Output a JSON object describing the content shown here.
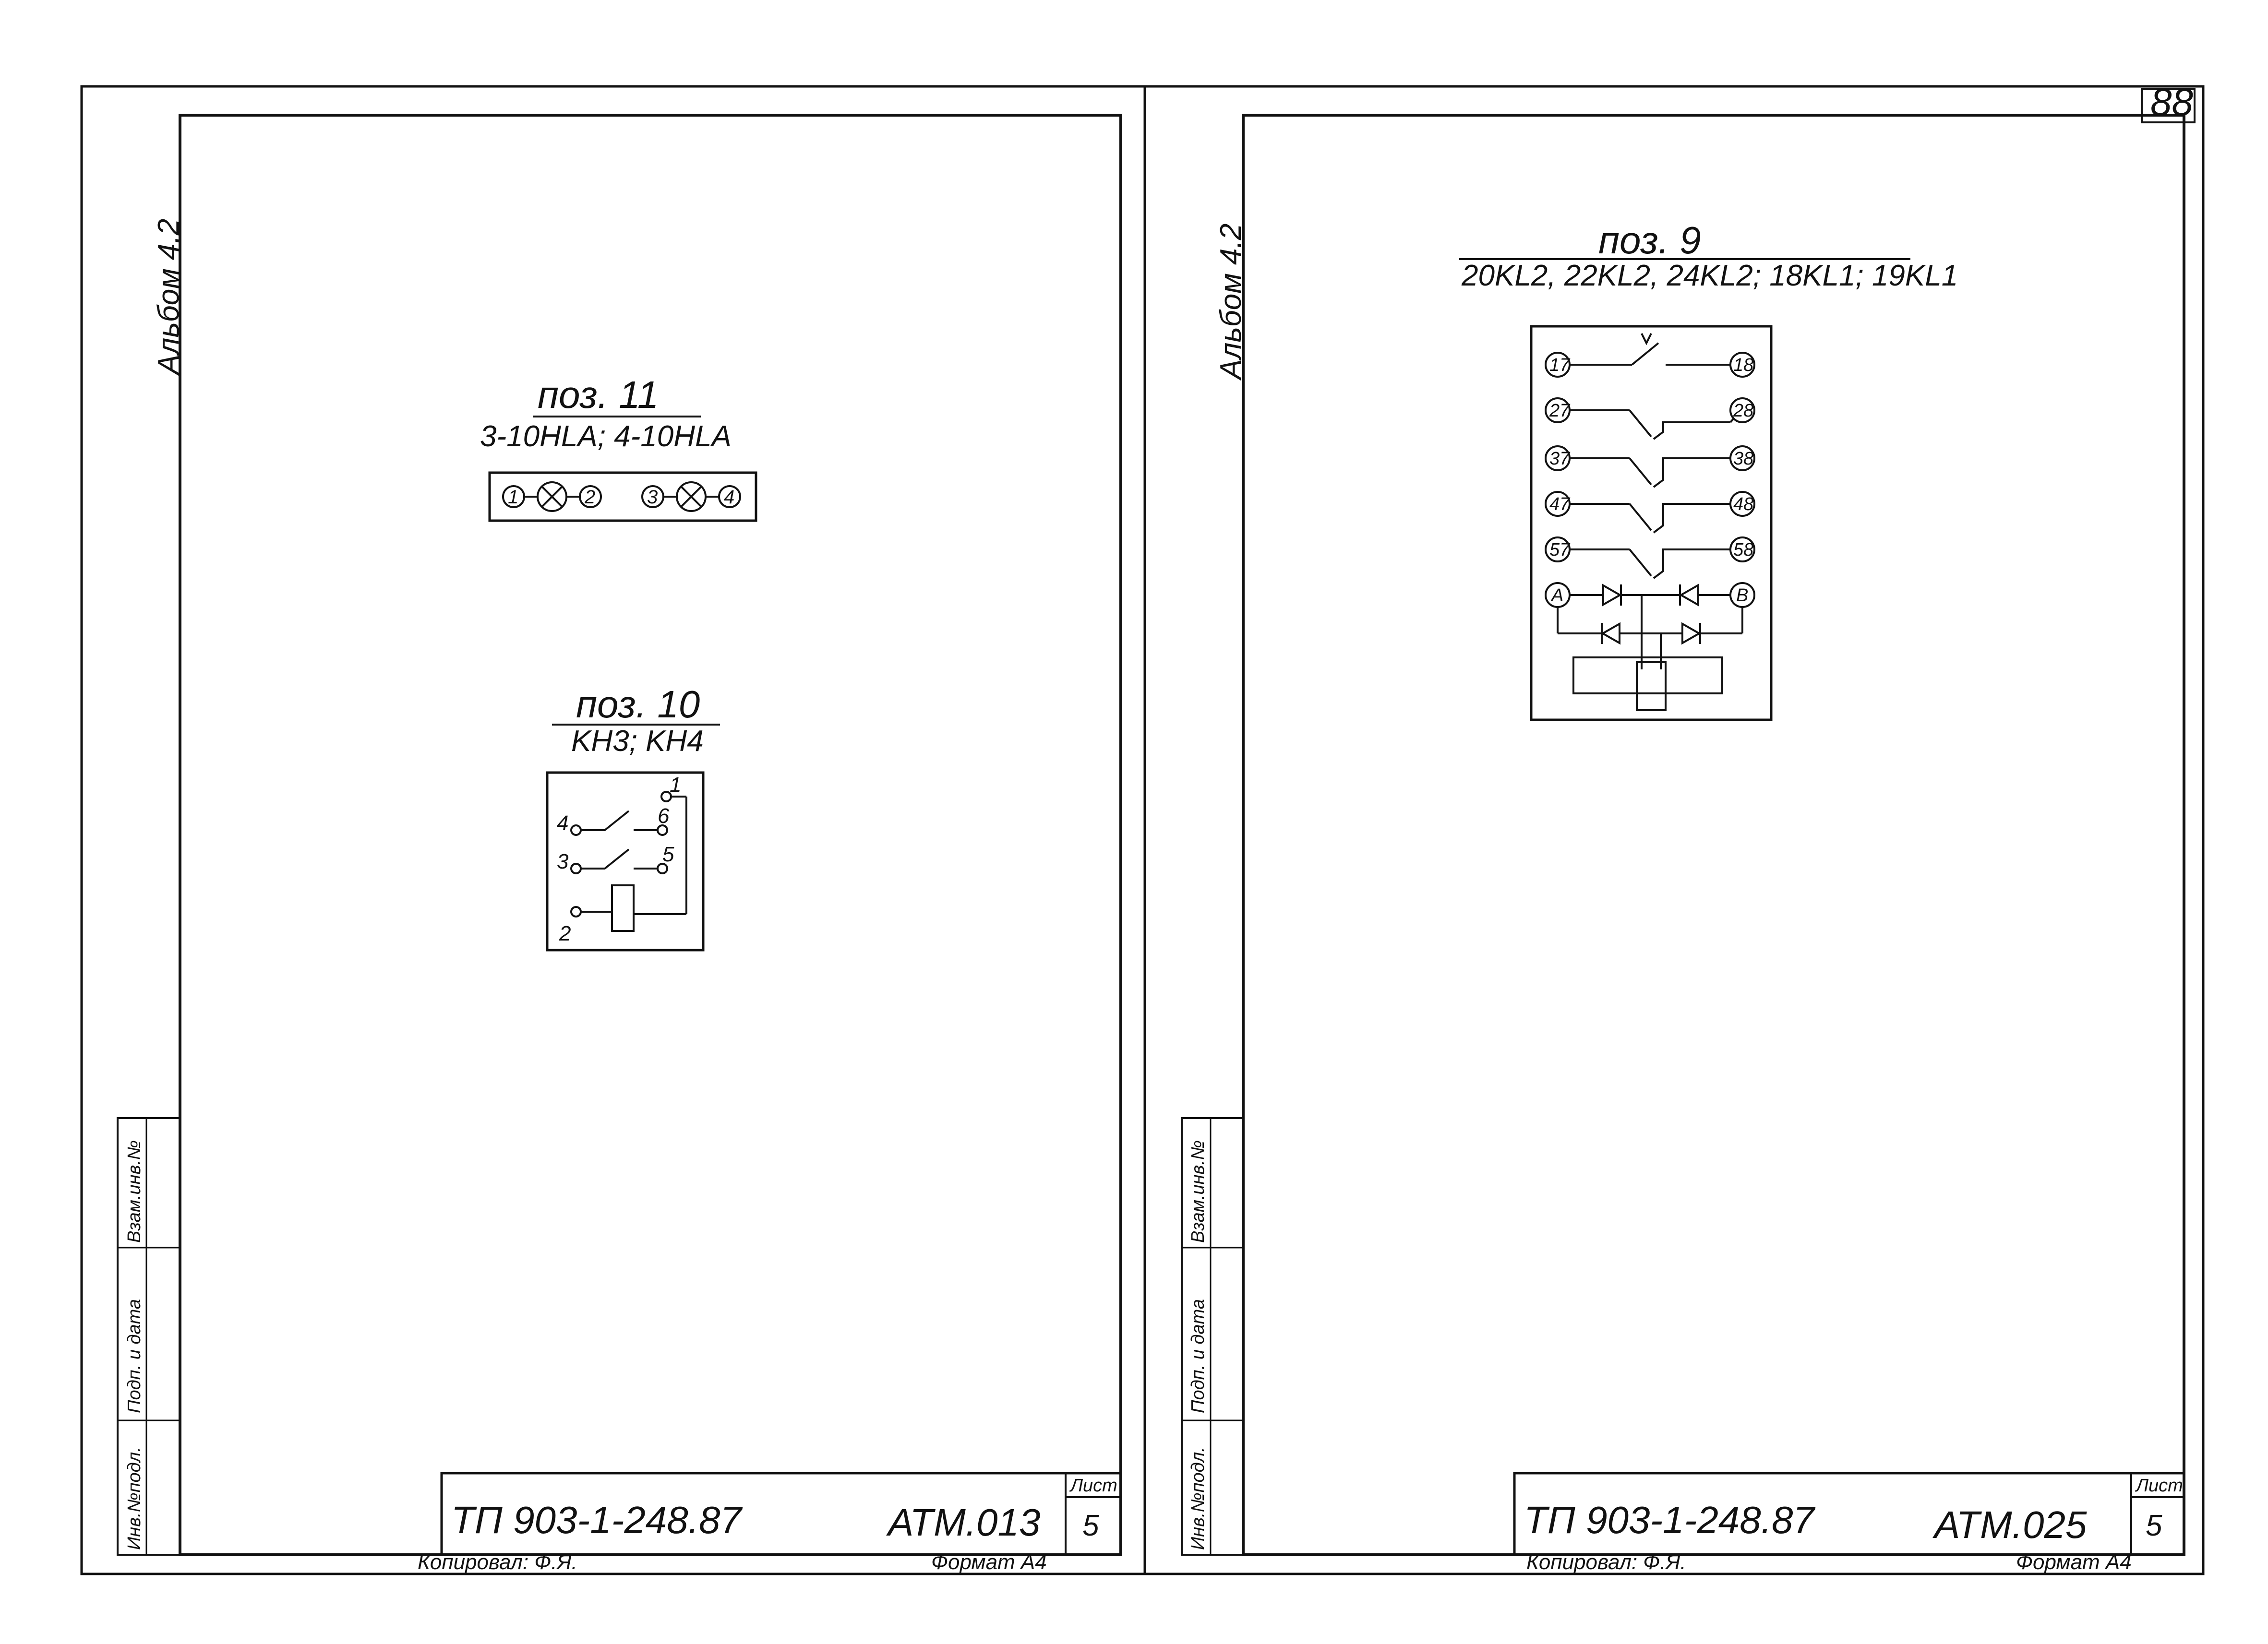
{
  "page_number": "88",
  "left_sheet": {
    "album": "Альбом 4.2",
    "stamp_labels": [
      "Инв.№подл.",
      "Подп. и дата",
      "Взам.инв.№"
    ],
    "pos11": {
      "title": "поз. 11",
      "subtitle": "3-10HLA; 4-10HLA",
      "terminals": [
        "1",
        "2",
        "3",
        "4"
      ]
    },
    "pos10": {
      "title": "поз. 10",
      "subtitle": "KH3; KH4",
      "terminals": [
        "1",
        "6",
        "4",
        "3",
        "5",
        "2"
      ]
    },
    "title_block": {
      "doc_code": "ТП 903-1-248.87",
      "sheet_code": "АТМ.013",
      "list_label": "Лист",
      "list_no": "5"
    },
    "footer": {
      "copied": "Копировал: Ф.Я.",
      "format": "Формат А4"
    }
  },
  "right_sheet": {
    "album": "Альбом 4.2",
    "stamp_labels": [
      "Инв.№подл.",
      "Подп. и дата",
      "Взам.инв.№"
    ],
    "pos9": {
      "title": "поз. 9",
      "subtitle": "20KL2, 22KL2, 24KL2; 18KL1; 19KL1",
      "terminals_left": [
        "17",
        "27",
        "37",
        "47",
        "57",
        "A"
      ],
      "terminals_right": [
        "18",
        "28",
        "38",
        "48",
        "58",
        "B"
      ]
    },
    "title_block": {
      "doc_code": "ТП 903-1-248.87",
      "sheet_code": "АТМ.025",
      "list_label": "Лист",
      "list_no": "5"
    },
    "footer": {
      "copied": "Копировал: Ф.Я.",
      "format": "Формат А4"
    }
  }
}
